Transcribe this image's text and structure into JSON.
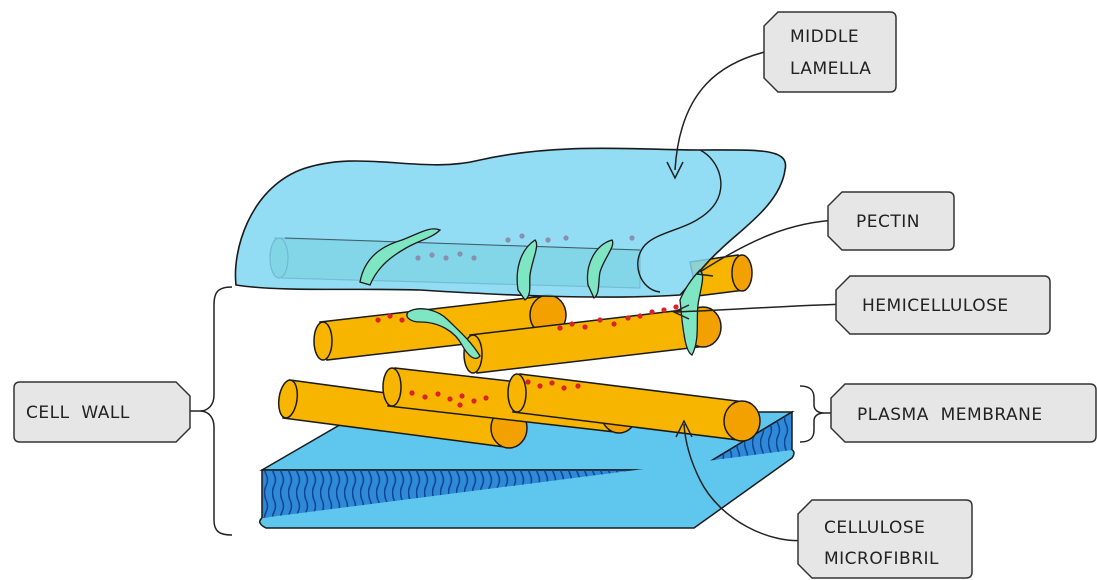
{
  "labels": {
    "middle_lamella": [
      "MIDDLE",
      "LAMELLA"
    ],
    "pectin": "PECTIN",
    "hemicellulose": "HEMICELLULOSE",
    "cell_wall": "CELL  WALL",
    "plasma_membrane": "PLASMA  MEMBRANE",
    "cellulose_microfibril": [
      "CELLULOSE",
      "MICROFIBRIL"
    ]
  },
  "colors": {
    "middle_lamella": "#7fd6f2",
    "cellulose": "#f7b500",
    "pectin": "#7ee6c2",
    "hemicellulose_dots": "#d8232a",
    "membrane_top": "#5fc6ee",
    "membrane_side": "#1f78c8",
    "tag_fill": "#e6e6e6"
  }
}
